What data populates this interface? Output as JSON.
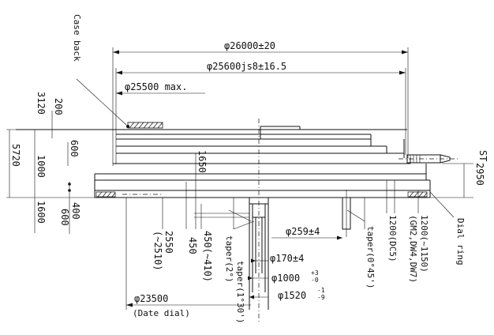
{
  "labels": {
    "case_back": "Case back",
    "st": "ST",
    "dial_ring": "Dial ring",
    "date_dial": "(Date dial)"
  },
  "horizontal_dims": {
    "d26000": "φ26000±20",
    "d25600": "φ25600js8±16.5",
    "d25500": "φ25500 max.",
    "d259": "φ259±4",
    "d170": "φ170±4",
    "d1000": "φ1000",
    "d1000_tol_up": "+3",
    "d1000_tol_dn": "-0",
    "d1520": "φ1520",
    "d1520_tol_up": "-1",
    "d1520_tol_dn": "-9",
    "d23500": "φ23500"
  },
  "vertical_dims_left": {
    "v3120": "3120",
    "v200": "200",
    "v5720": "5720",
    "v1000": "1000",
    "v600a": "600",
    "v1600": "1600",
    "v400": "400",
    "v600b": "600"
  },
  "vertical_dims_center": {
    "v1650": "1650",
    "v2550": "2550",
    "v2510": "(~2510)",
    "v450a": "450",
    "v450b": "450(~410)",
    "taper2": "taper(2°)",
    "taper130": "taper(1°30')",
    "taper045": "taper(0°45')"
  },
  "vertical_dims_right": {
    "v2950": "2950",
    "v1200dc5": "1200(DC5)",
    "v1200gm2": "1200(~1150)",
    "v1200gm2_note": "(GM2,DW4,DW7)"
  }
}
